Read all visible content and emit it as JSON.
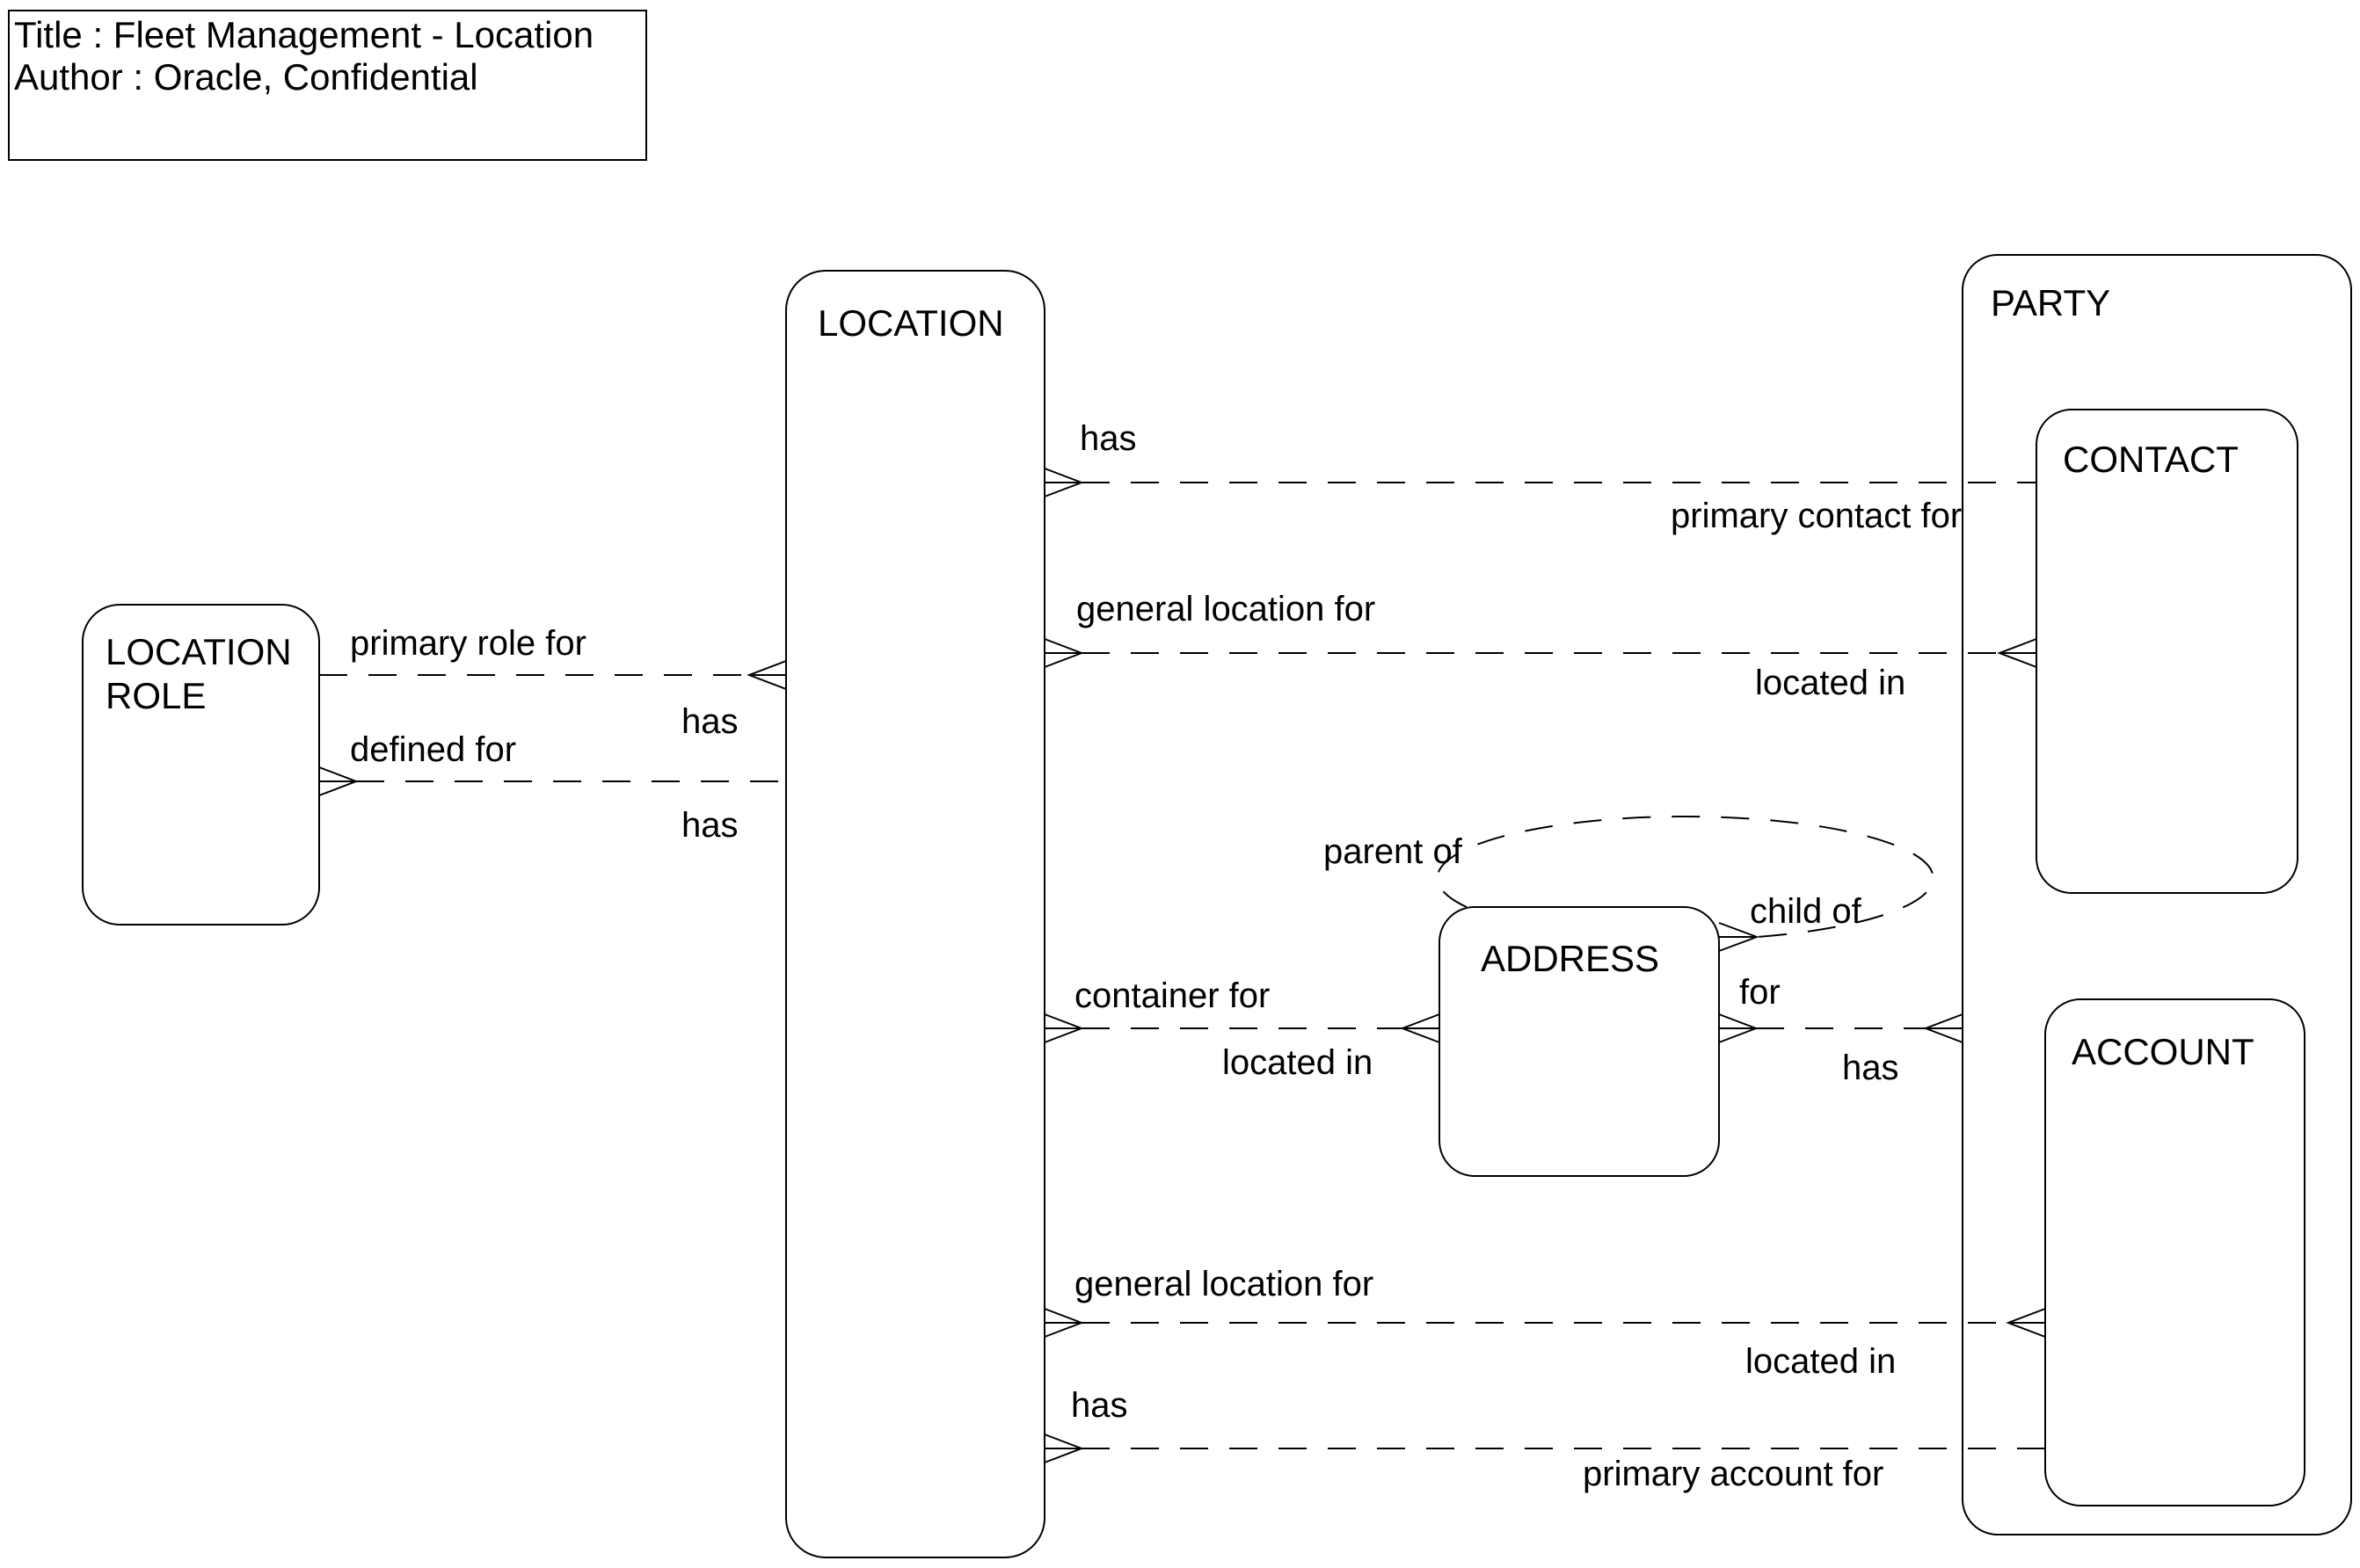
{
  "title_block": {
    "title_line": "Title : Fleet Management - Location",
    "author_line": "Author : Oracle, Confidential"
  },
  "entities": {
    "location_role": {
      "label_line1": "LOCATION",
      "label_line2": "ROLE"
    },
    "location": {
      "label": "LOCATION"
    },
    "party": {
      "label": "PARTY"
    },
    "contact": {
      "label": "CONTACT"
    },
    "account": {
      "label": "ACCOUNT"
    },
    "address": {
      "label": "ADDRESS"
    }
  },
  "relationships": {
    "location_role_primary": {
      "near_role": "primary role for",
      "near_location": "has"
    },
    "location_role_defined": {
      "near_role": "defined for",
      "near_location": "has"
    },
    "location_contact_primary": {
      "near_location": "has",
      "near_contact": "primary contact for"
    },
    "location_contact_general": {
      "near_location": "general location for",
      "near_contact": "located in"
    },
    "location_address_container": {
      "near_location": "container for",
      "near_address": "located in"
    },
    "address_self_hierarchy": {
      "parent_label": "parent of",
      "child_label": "child of"
    },
    "address_party": {
      "near_address": "for",
      "near_party": "has"
    },
    "location_account_general": {
      "near_location": "general location for",
      "near_account": "located in"
    },
    "location_account_primary": {
      "near_location": "has",
      "near_account": "primary account for"
    }
  }
}
